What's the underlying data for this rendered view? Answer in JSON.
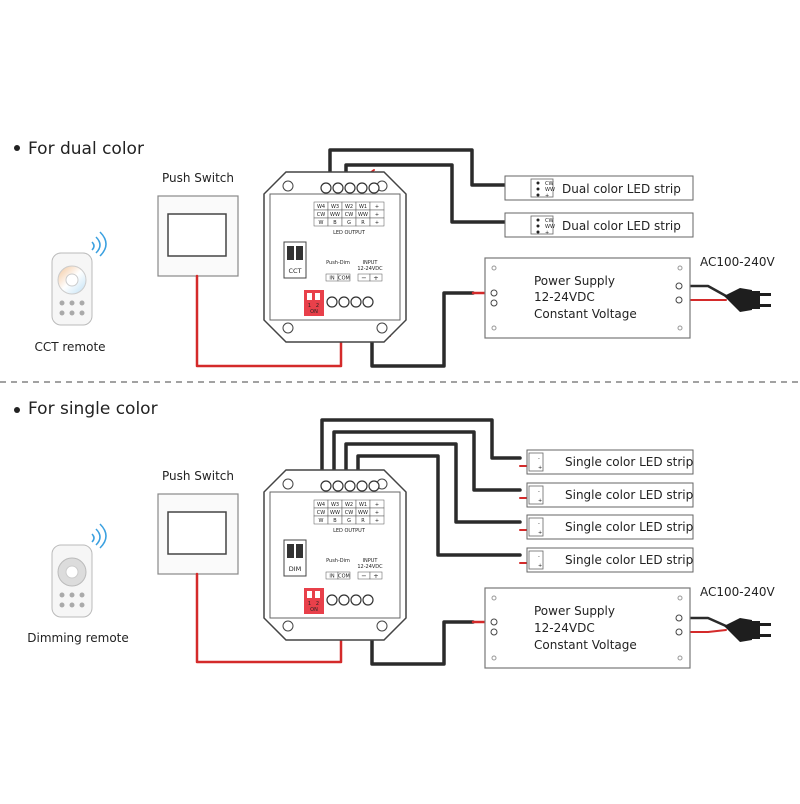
{
  "colors": {
    "wire_dark": "#2b2b2b",
    "wire_red": "#d42a2a",
    "dip_red": "#e8404a",
    "box_border": "#555555",
    "box_fill": "#ffffff"
  },
  "dual": {
    "title": "For dual color",
    "push_switch": "Push Switch",
    "remote": "CCT remote",
    "mode": "CCT",
    "strip1": "Dual color LED strip",
    "strip2": "Dual color LED strip",
    "strip_pins": [
      "CW",
      "WW",
      "+"
    ],
    "power_supply": [
      "Power Supply",
      "12-24VDC",
      "Constant Voltage"
    ],
    "ac": "AC100-240V"
  },
  "single": {
    "title": "For single color",
    "push_switch": "Push Switch",
    "remote": "Dimming remote",
    "mode": "DIM",
    "strips": [
      "Single color LED strip",
      "Single color LED strip",
      "Single color LED strip",
      "Single color LED strip"
    ],
    "strip_pins": [
      "-",
      "+"
    ],
    "power_supply": [
      "Power Supply",
      "12-24VDC",
      "Constant Voltage"
    ],
    "ac": "AC100-240V"
  },
  "controller": {
    "row1": [
      "W4",
      "W3",
      "W2",
      "W1",
      "+"
    ],
    "row2": [
      "CW",
      "WW",
      "CW",
      "WW",
      "+"
    ],
    "row3": [
      "W",
      "B",
      "G",
      "R",
      "+"
    ],
    "led_output": "LED OUTPUT",
    "push_dim": "Push-Dim",
    "push_pins": [
      "IN",
      "COM"
    ],
    "input": "INPUT",
    "input_v": "12-24VDC",
    "input_pins": [
      "−",
      "+"
    ],
    "dip": [
      "1",
      "2"
    ],
    "dip_on": "ON"
  }
}
